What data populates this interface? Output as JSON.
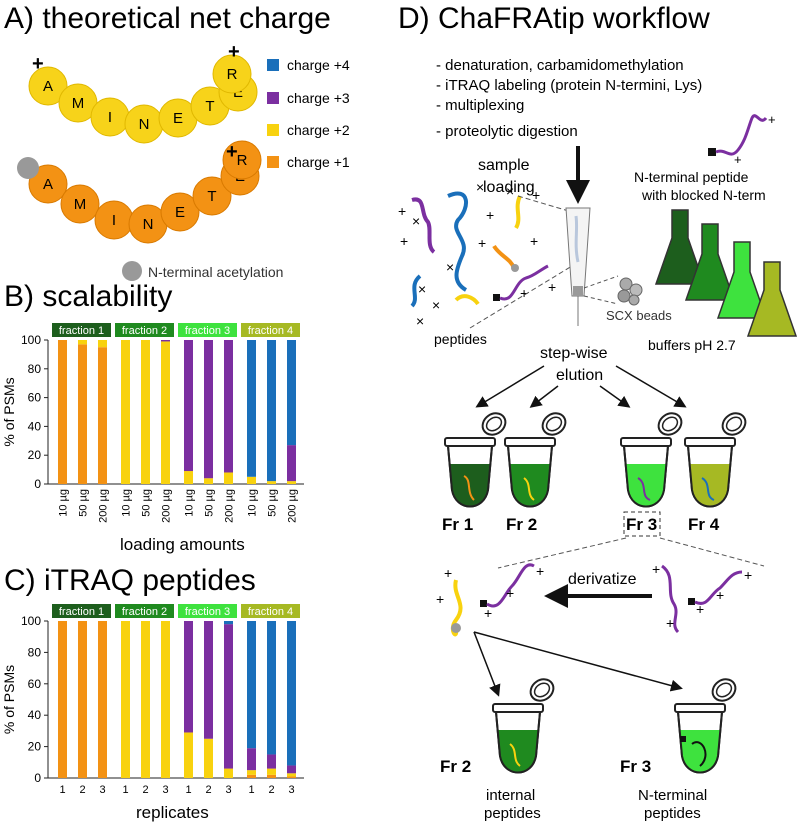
{
  "colors": {
    "charge4": "#1a6fba",
    "charge3": "#7b2fa0",
    "charge2": "#f8d20f",
    "charge1": "#f39214",
    "bead_yellow": "#f7d31a",
    "bead_orange": "#f39214",
    "acetyl_gray": "#999999",
    "fraction1": "#1d5e1d",
    "fraction2": "#1f8a1f",
    "fraction3": "#3ee23e",
    "fraction4": "#a6b923"
  },
  "panelA": {
    "title": "A) theoretical net charge",
    "peptide_letters": [
      "A",
      "M",
      "I",
      "N",
      "E",
      "T",
      "E",
      "R"
    ],
    "legend": [
      {
        "key": "charge4",
        "label": "charge +4"
      },
      {
        "key": "charge3",
        "label": "charge +3"
      },
      {
        "key": "charge2",
        "label": "charge +2"
      },
      {
        "key": "charge1",
        "label": "charge +1"
      }
    ],
    "acetyl_label": "N-terminal acetylation",
    "plus": "+"
  },
  "panelB": {
    "title": "B) scalability",
    "ylabel": "% of PSMs",
    "xlabel": "loading amounts",
    "fractions": [
      "fraction 1",
      "fraction 2",
      "fraction 3",
      "fraction 4"
    ],
    "yticks": [
      "0",
      "20",
      "40",
      "60",
      "80",
      "100"
    ],
    "xticks": [
      "10 µg",
      "50 µg",
      "200 µg"
    ]
  },
  "panelC": {
    "title": "C) iTRAQ peptides",
    "ylabel": "% of PSMs",
    "xlabel": "replicates",
    "fractions": [
      "fraction 1",
      "fraction 2",
      "fraction 3",
      "fraction 4"
    ],
    "yticks": [
      "0",
      "20",
      "40",
      "60",
      "80",
      "100"
    ],
    "xticks": [
      "1",
      "2",
      "3"
    ]
  },
  "chart_data": [
    {
      "type": "bar",
      "title": "scalability",
      "ylabel": "% of PSMs",
      "xlabel": "loading amounts",
      "ylim": [
        0,
        100
      ],
      "groups": [
        "fraction 1",
        "fraction 2",
        "fraction 3",
        "fraction 4"
      ],
      "categories": [
        "10 µg",
        "50 µg",
        "200 µg"
      ],
      "stacked": true,
      "series": [
        {
          "name": "charge +1",
          "values": [
            [
              100,
              97,
              95
            ],
            [
              0,
              0,
              0
            ],
            [
              0,
              0,
              0
            ],
            [
              0,
              0,
              0
            ]
          ]
        },
        {
          "name": "charge +2",
          "values": [
            [
              0,
              3,
              5
            ],
            [
              100,
              100,
              99
            ],
            [
              9,
              4,
              8
            ],
            [
              5,
              2,
              2
            ]
          ]
        },
        {
          "name": "charge +3",
          "values": [
            [
              0,
              0,
              0
            ],
            [
              0,
              0,
              1
            ],
            [
              91,
              96,
              92
            ],
            [
              0,
              0,
              25
            ]
          ]
        },
        {
          "name": "charge +4",
          "values": [
            [
              0,
              0,
              0
            ],
            [
              0,
              0,
              0
            ],
            [
              0,
              0,
              0
            ],
            [
              95,
              98,
              73
            ]
          ]
        }
      ]
    },
    {
      "type": "bar",
      "title": "iTRAQ peptides",
      "ylabel": "% of PSMs",
      "xlabel": "replicates",
      "ylim": [
        0,
        100
      ],
      "groups": [
        "fraction 1",
        "fraction 2",
        "fraction 3",
        "fraction 4"
      ],
      "categories": [
        "1",
        "2",
        "3"
      ],
      "stacked": true,
      "series": [
        {
          "name": "charge +1",
          "values": [
            [
              100,
              100,
              100
            ],
            [
              0,
              0,
              0
            ],
            [
              0,
              0,
              0
            ],
            [
              2,
              2,
              1
            ]
          ]
        },
        {
          "name": "charge +2",
          "values": [
            [
              0,
              0,
              0
            ],
            [
              100,
              100,
              100
            ],
            [
              29,
              25,
              6
            ],
            [
              3,
              4,
              2
            ]
          ]
        },
        {
          "name": "charge +3",
          "values": [
            [
              0,
              0,
              0
            ],
            [
              0,
              0,
              0
            ],
            [
              71,
              75,
              92
            ],
            [
              14,
              9,
              5
            ]
          ]
        },
        {
          "name": "charge +4",
          "values": [
            [
              0,
              0,
              0
            ],
            [
              0,
              0,
              0
            ],
            [
              0,
              0,
              2
            ],
            [
              81,
              85,
              92
            ]
          ]
        }
      ]
    }
  ],
  "panelD": {
    "title": "D) ChaFRAtip workflow",
    "steps": [
      "- denaturation, carbamidomethylation",
      "- iTRAQ labeling (protein N-termini, Lys)",
      "- multiplexing",
      "- proteolytic digestion"
    ],
    "sample_loading": [
      "sample",
      "loading"
    ],
    "nterm_label": [
      "N-terminal peptide",
      "with blocked N-term"
    ],
    "peptides_label": "peptides",
    "scx_label": "SCX beads",
    "buffers_label": "buffers pH 2.7",
    "elution_label": [
      "step-wise",
      "elution"
    ],
    "tube_labels": [
      "Fr 1",
      "Fr 2",
      "Fr 3",
      "Fr 4"
    ],
    "derivatize_label": "derivatize",
    "bottom_tubes": [
      "Fr 2",
      "Fr 3"
    ],
    "internal_label": [
      "internal",
      "peptides"
    ],
    "nterminal_label": [
      "N-terminal",
      "peptides"
    ]
  }
}
